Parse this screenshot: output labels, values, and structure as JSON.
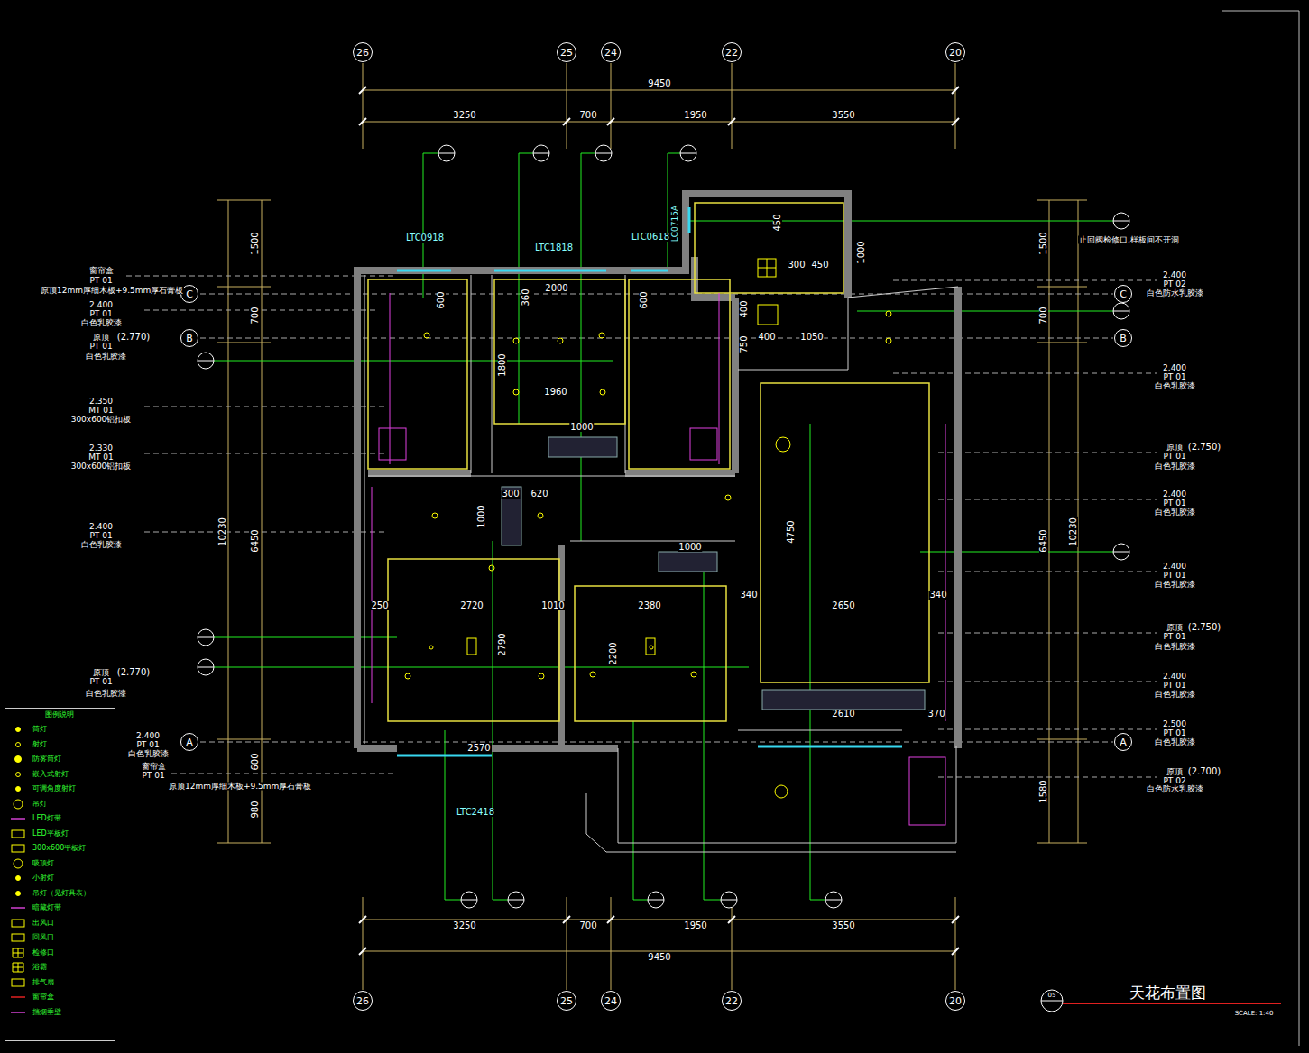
{
  "diagram": {
    "title": "天花布置图",
    "nodes": [
      {
        "text": [
          "26"
        ]
      },
      {
        "text": [
          "25"
        ]
      },
      {
        "text": [
          "24"
        ]
      },
      {
        "text": [
          "22"
        ]
      },
      {
        "text": [
          "20"
        ]
      },
      {
        "text": [
          "26"
        ]
      },
      {
        "text": [
          "25"
        ]
      },
      {
        "text": [
          "24"
        ]
      },
      {
        "text": [
          "22"
        ]
      },
      {
        "text": [
          "20"
        ]
      },
      {
        "text": [
          "C"
        ]
      },
      {
        "text": [
          "B"
        ]
      },
      {
        "text": [
          "A"
        ]
      },
      {
        "text": [
          "C"
        ]
      },
      {
        "text": [
          "B"
        ]
      },
      {
        "text": [
          "A"
        ]
      }
    ],
    "labels": [
      "9450",
      "3250",
      "700",
      "1950",
      "3550",
      "9450",
      "3250",
      "700",
      "1950",
      "3550",
      "1500",
      "700",
      "6450",
      "600",
      "980",
      "10230",
      "1500",
      "700",
      "6450",
      "1580",
      "10230",
      "LTC0918",
      "LTC1818",
      "LTC0618",
      "LC0715A",
      "LTC2418",
      "窗帘盒",
      "PT 01",
      "原顶12mm厚细木板+9.5mm厚石膏板",
      "2.400",
      "PT 01",
      "白色乳胶漆",
      "原顶",
      "PT 01",
      "(2.770)",
      "白色乳胶漆",
      "2.350",
      "MT 01",
      "300x600铝扣板",
      "2.330",
      "MT 01",
      "300x600铝扣板",
      "2.400",
      "PT 01",
      "白色乳胶漆",
      "原顶",
      "PT 01",
      "(2.770)",
      "白色乳胶漆",
      "2.400",
      "PT 01",
      "白色乳胶漆",
      "窗帘盒",
      "PT 01",
      "原顶12mm厚细木板+9.5mm厚石膏板",
      "止回阀检修口,样板间不开洞",
      "2.400",
      "PT 02",
      "白色防水乳胶漆",
      "2.400",
      "PT 01",
      "白色乳胶漆",
      "原顶",
      "PT 01",
      "(2.750)",
      "白色乳胶漆",
      "2.400",
      "PT 01",
      "白色乳胶漆",
      "2.400",
      "PT 01",
      "白色乳胶漆",
      "原顶",
      "PT 01",
      "(2.750)",
      "白色乳胶漆",
      "2.400",
      "PT 01",
      "白色乳胶漆",
      "2.500",
      "PT 01",
      "白色乳胶漆",
      "原顶",
      "PT 02",
      "(2.700)",
      "白色防水乳胶漆",
      "2000",
      "360",
      "1800",
      "1960",
      "1000",
      "300",
      "620",
      "1000",
      "2720",
      "1010",
      "2790",
      "2570",
      "2380",
      "2200",
      "1000",
      "2650",
      "4750",
      "2610",
      "1050",
      "400",
      "300",
      "450",
      "750",
      "400",
      "450",
      "1000",
      "600",
      "600",
      "340",
      "340",
      "250",
      "370",
      "05",
      "SCALE: 1:40",
      "图例说明"
    ],
    "legend": [
      {
        "text": "筒灯"
      },
      {
        "text": "射灯"
      },
      {
        "text": "防雾筒灯"
      },
      {
        "text": "嵌入式射灯"
      },
      {
        "text": "可调角度射灯"
      },
      {
        "text": "吊灯"
      },
      {
        "text": "LED灯带"
      },
      {
        "text": "LED平板灯"
      },
      {
        "text": "300x600平板灯"
      },
      {
        "text": "吸顶灯"
      },
      {
        "text": "小射灯"
      },
      {
        "text": "吊灯（见灯具表）"
      },
      {
        "text": "暗藏灯带"
      },
      {
        "text": "出风口"
      },
      {
        "text": "回风口"
      },
      {
        "text": "检修口"
      },
      {
        "text": "浴霸"
      },
      {
        "text": "排气扇"
      },
      {
        "text": "窗帘盒"
      },
      {
        "text": "挡烟垂壁"
      }
    ]
  }
}
